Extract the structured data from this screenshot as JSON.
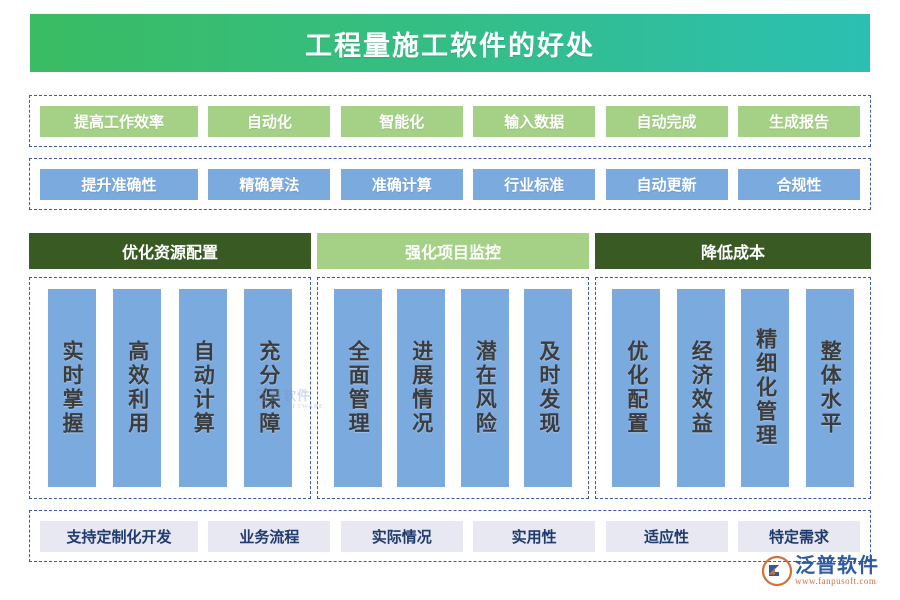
{
  "title": {
    "text": "工程量施工软件的好处",
    "gradient_from": "#3ABC63",
    "gradient_to": "#2BBFB3"
  },
  "row_green": {
    "accent": "#A5D186",
    "items": [
      {
        "label": "提高工作效率"
      },
      {
        "label": "自动化"
      },
      {
        "label": "智能化"
      },
      {
        "label": "输入数据"
      },
      {
        "label": "自动完成"
      },
      {
        "label": "生成报告"
      }
    ]
  },
  "row_blue": {
    "accent": "#7BAADF",
    "items": [
      {
        "label": "提升准确性"
      },
      {
        "label": "精确算法"
      },
      {
        "label": "准确计算"
      },
      {
        "label": "行业标准"
      },
      {
        "label": "自动更新"
      },
      {
        "label": "合规性"
      }
    ]
  },
  "groups": [
    {
      "header": "优化资源配置",
      "header_style": "dark",
      "header_bg": "#3A5A23",
      "columns": [
        {
          "label": "实时掌握"
        },
        {
          "label": "高效利用"
        },
        {
          "label": "自动计算"
        },
        {
          "label": "充分保障"
        }
      ]
    },
    {
      "header": "强化项目监控",
      "header_style": "light",
      "header_bg": "#A5D186",
      "columns": [
        {
          "label": "全面管理"
        },
        {
          "label": "进展情况"
        },
        {
          "label": "潜在风险"
        },
        {
          "label": "及时发现"
        }
      ]
    },
    {
      "header": "降低成本",
      "header_style": "dark",
      "header_bg": "#3A5A23",
      "columns": [
        {
          "label": "优化配置"
        },
        {
          "label": "经济效益"
        },
        {
          "label": "精细化管理"
        },
        {
          "label": "整体水平"
        }
      ]
    }
  ],
  "row_bottom": {
    "accent": "#E7E8F1",
    "items": [
      {
        "label": "支持定制化开发"
      },
      {
        "label": "业务流程"
      },
      {
        "label": "实际情况"
      },
      {
        "label": "实用性"
      },
      {
        "label": "适应性"
      },
      {
        "label": "特定需求"
      }
    ]
  },
  "watermark": {
    "name": "泛普软件",
    "sub": "FANPU SOFTWARE"
  },
  "logo": {
    "name": "泛普软件",
    "url": "www.fanpusoft.com",
    "brand_color": "#2E5A9E",
    "accent_color": "#D4713A"
  }
}
